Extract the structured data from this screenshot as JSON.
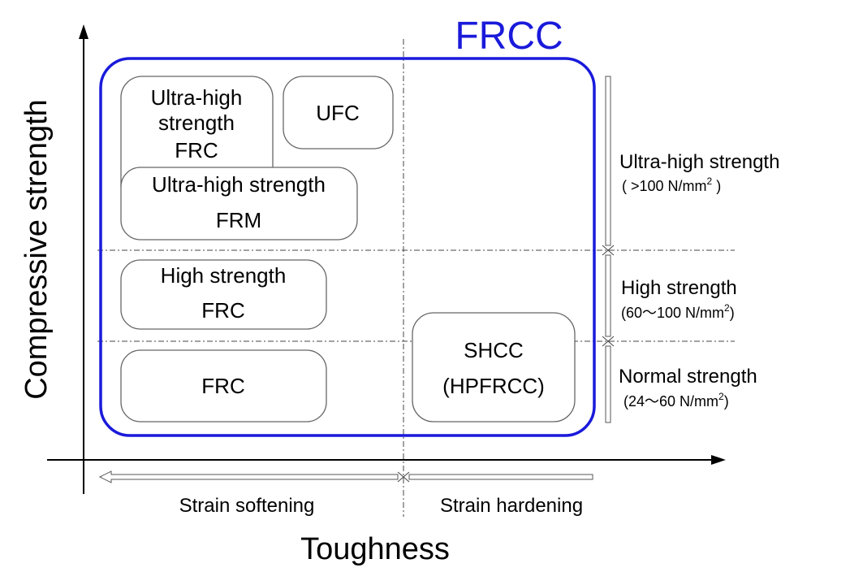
{
  "frcc_title": "FRCC",
  "frcc_color": "#1a1adb",
  "axes": {
    "y_label": "Compressive strength",
    "x_label": "Toughness"
  },
  "boxes": {
    "uhs_frc": {
      "line1": "Ultra-high",
      "line2": "strength",
      "line3": "FRC"
    },
    "ufc": {
      "line1": "UFC"
    },
    "uhs_frm": {
      "line1": "Ultra-high strength",
      "line2": "FRM"
    },
    "hs_frc": {
      "line1": "High strength",
      "line2": "FRC"
    },
    "frc": {
      "line1": "FRC"
    },
    "shcc": {
      "line1": "SHCC",
      "line2": "(HPFRCC)"
    }
  },
  "strength_levels": {
    "ultra_high": {
      "label": "Ultra-high strength",
      "range_prefix": "( >100 N/mm",
      "range_sup": "2",
      "range_suffix": " )"
    },
    "high": {
      "label": "High strength",
      "range_prefix": "(60～100 N/mm",
      "range_sup": "2",
      "range_suffix": ")"
    },
    "normal": {
      "label": "Normal strength",
      "range_prefix": "(24～60 N/mm",
      "range_sup": "2",
      "range_suffix": ")"
    }
  },
  "behaviour": {
    "softening": "Strain softening",
    "hardening": "Strain hardening"
  }
}
